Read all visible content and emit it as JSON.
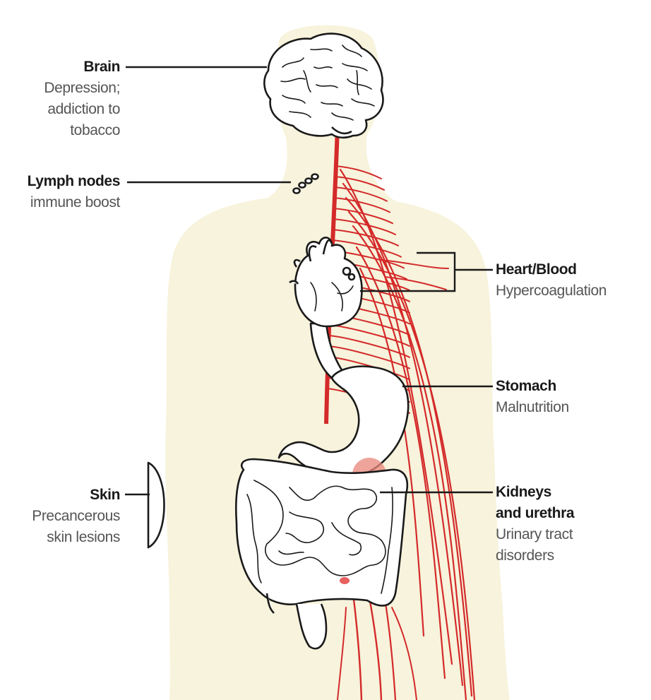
{
  "labels": {
    "brain": {
      "name": "Brain",
      "desc": [
        "Depression;",
        "addiction to",
        "tobacco"
      ]
    },
    "lymph": {
      "name": "Lymph nodes",
      "desc": [
        "immune boost"
      ]
    },
    "skin": {
      "name": "Skin",
      "desc": [
        "Precancerous",
        "skin lesions"
      ]
    },
    "heart": {
      "name": "Heart/Blood",
      "desc": [
        "Hypercoagulation"
      ]
    },
    "stomach": {
      "name": "Stomach",
      "desc": [
        "Malnutrition"
      ]
    },
    "kidneys": {
      "name": [
        "Kidneys",
        "and urethra"
      ],
      "desc": [
        "Urinary tract",
        "disorders"
      ]
    }
  },
  "colors": {
    "body_silhouette": "#f7f3dc",
    "nerves": "#d42a2a",
    "organ_outline": "#1a1a1a",
    "organ_fill": "#ffffff",
    "kidney_highlight": "#e8857a",
    "leader_line": "#1a1a1a"
  }
}
